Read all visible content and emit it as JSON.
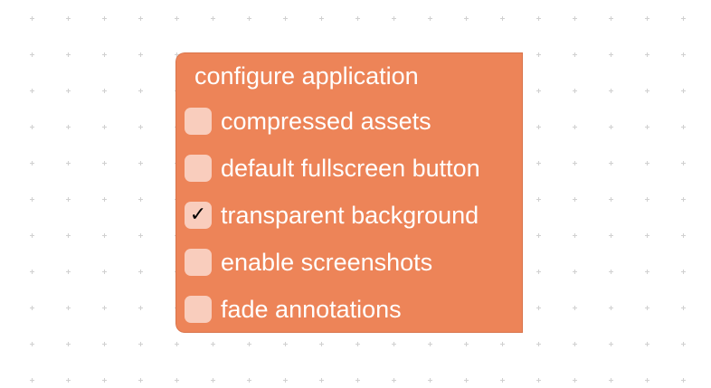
{
  "block": {
    "title": "configure application",
    "color": "#ed8458",
    "checkbox_color": "#f9cdbd",
    "options": [
      {
        "label": "compressed assets",
        "checked": false
      },
      {
        "label": "default fullscreen button",
        "checked": false
      },
      {
        "label": "transparent background",
        "checked": true,
        "mark": "✓"
      },
      {
        "label": "enable screenshots",
        "checked": false
      },
      {
        "label": "fade annotations",
        "checked": false
      }
    ]
  },
  "workspace": {
    "background": "#ffffff",
    "grid_color": "#d0d0d0"
  }
}
